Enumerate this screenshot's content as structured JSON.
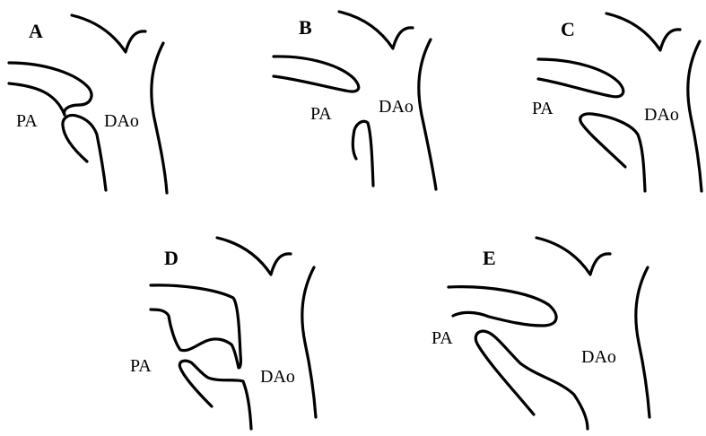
{
  "panels": [
    {
      "letter": "A",
      "labels": {
        "pa": "PA",
        "dao": "DAo"
      }
    },
    {
      "letter": "B",
      "labels": {
        "pa": "PA",
        "dao": "DAo"
      }
    },
    {
      "letter": "C",
      "labels": {
        "pa": "PA",
        "dao": "DAo"
      }
    },
    {
      "letter": "D",
      "labels": {
        "pa": "PA",
        "dao": "DAo"
      }
    },
    {
      "letter": "E",
      "labels": {
        "pa": "PA",
        "dao": "DAo"
      }
    }
  ],
  "colors": {
    "stroke": "#000000",
    "background": "#ffffff"
  }
}
